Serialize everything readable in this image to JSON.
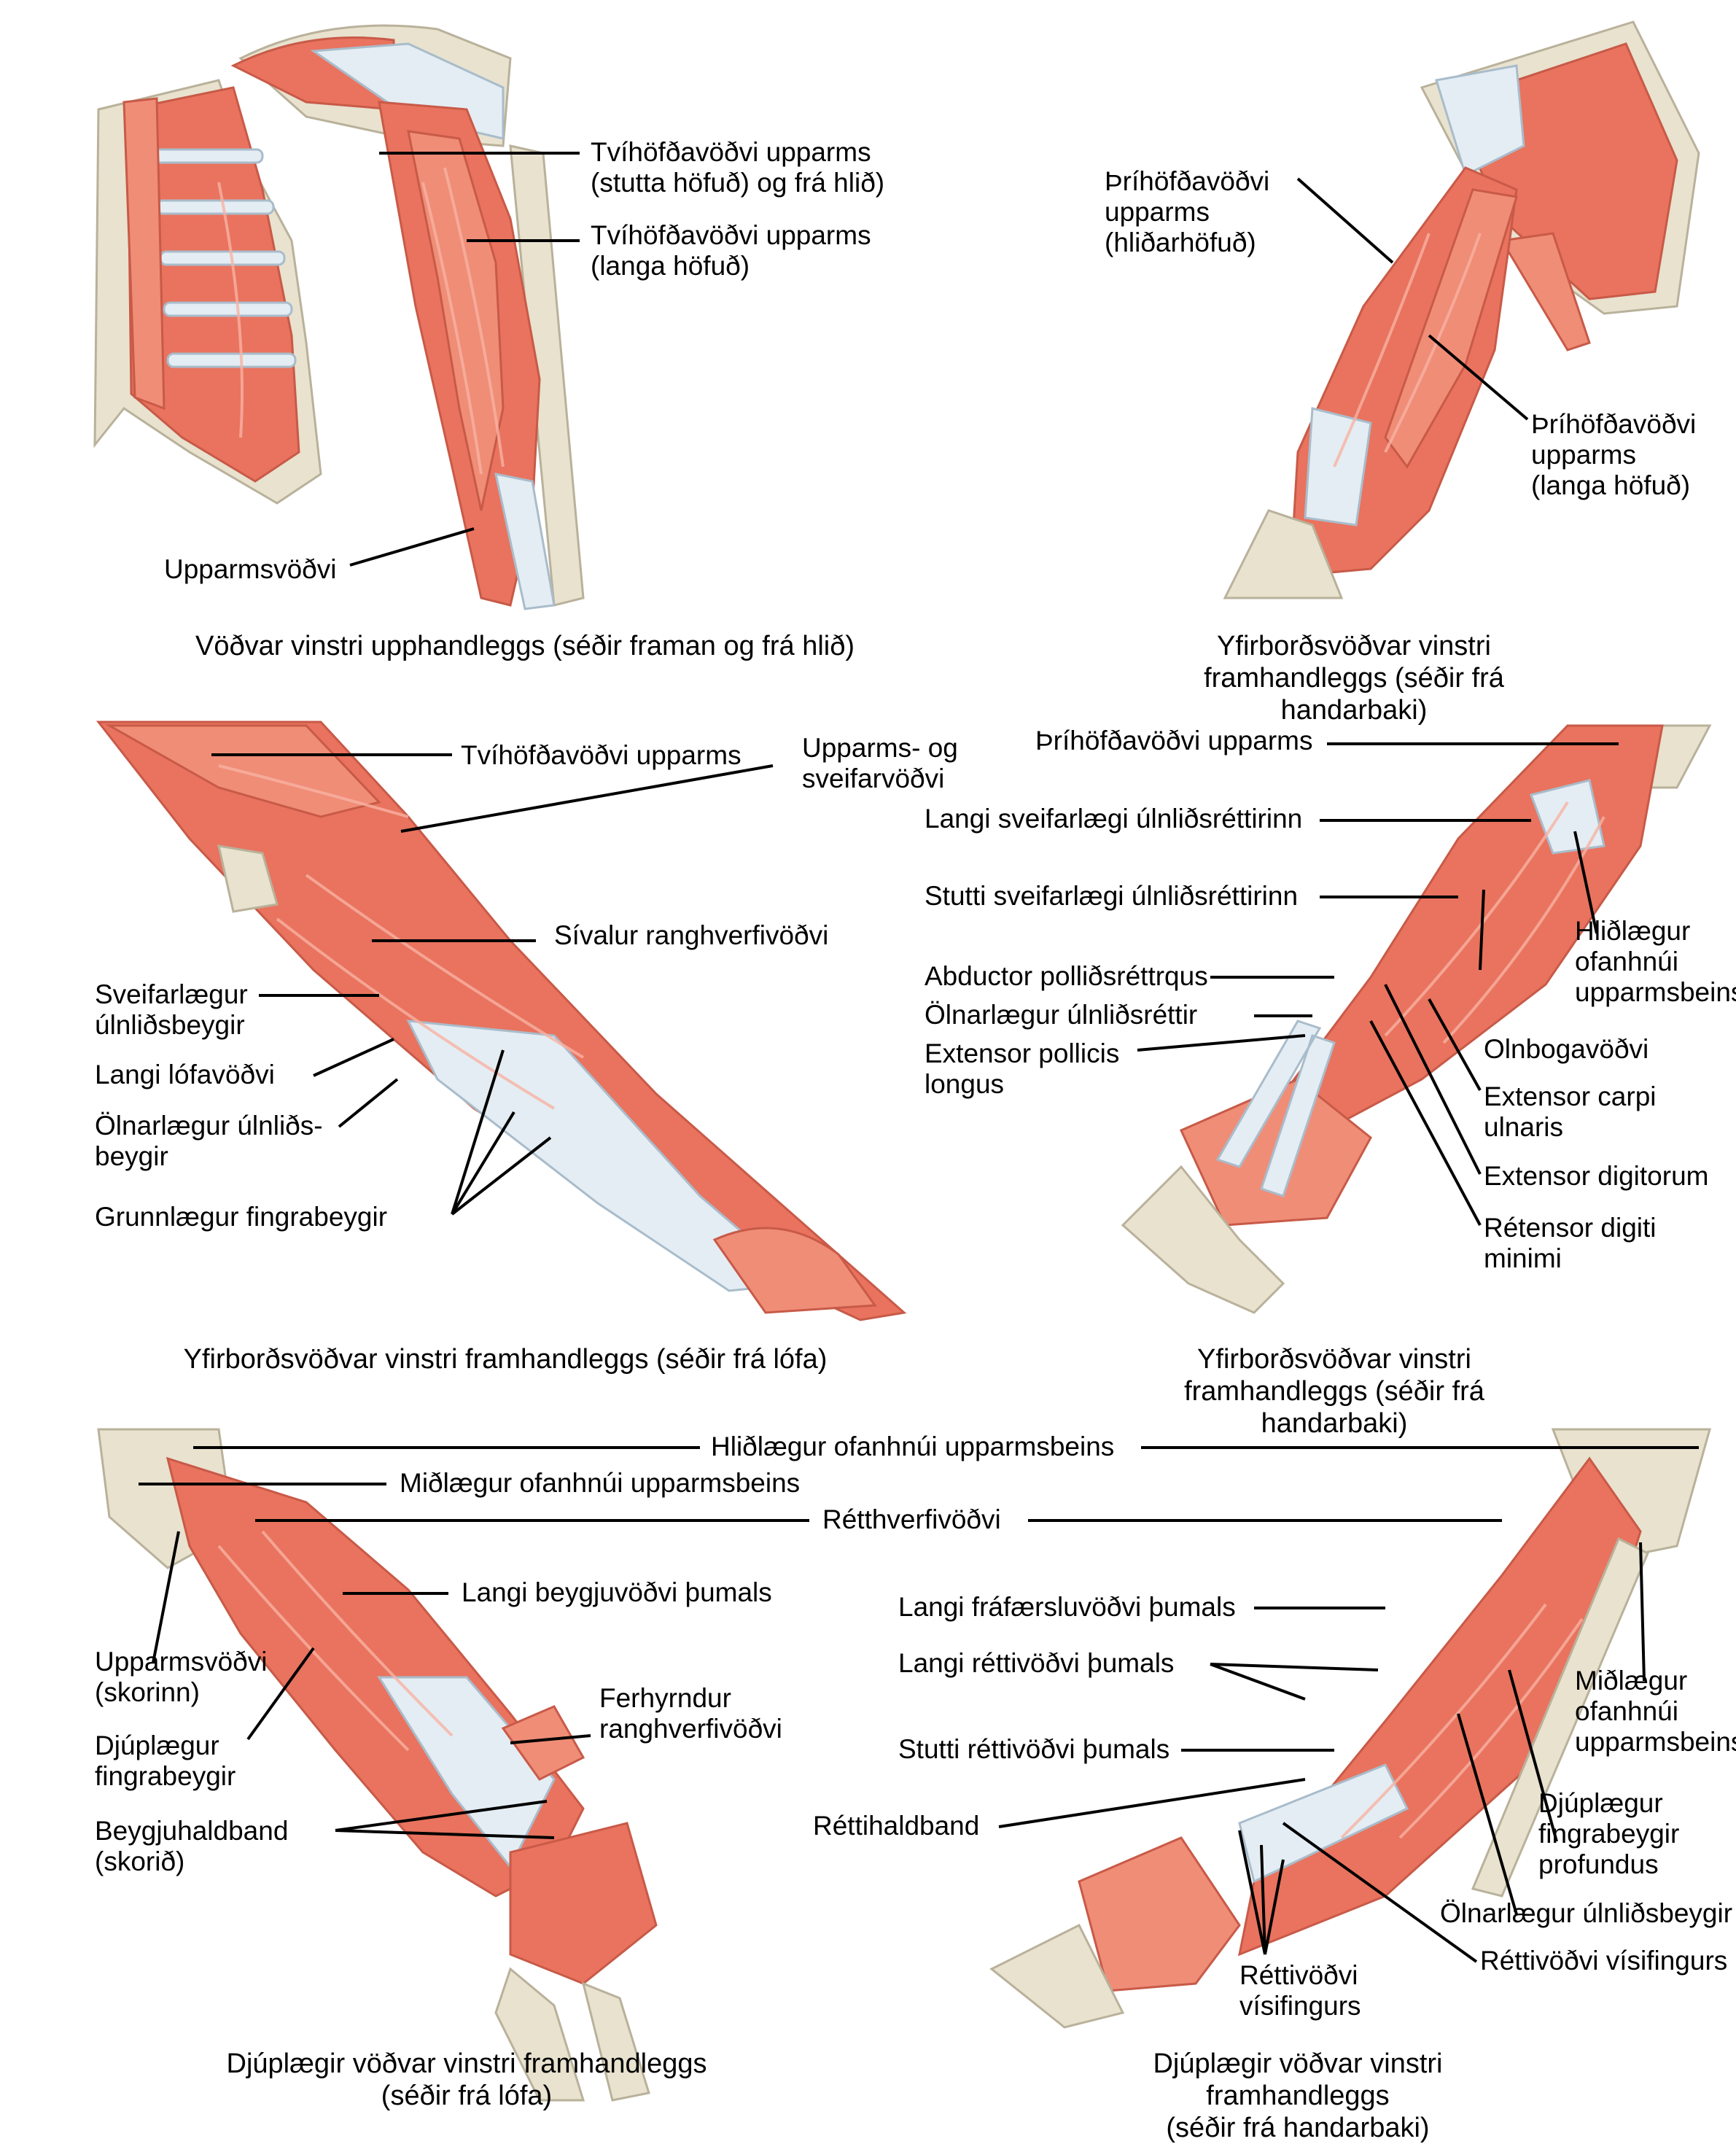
{
  "colors": {
    "muscle": "#e9735e",
    "bone": "#e8e2cf",
    "tendon": "#e4edf3",
    "text": "#000000"
  },
  "panels": [
    {
      "caption": "Vöðvar vinstri upphandleggs (séðir framan og frá hlið)",
      "labels": [
        "Tvíhöfðavöðvi upparms\n(stutta höfuð) og frá hlið)",
        "Tvíhöfðavöðvi upparms\n(langa höfuð)",
        "Upparmsvöðvi"
      ]
    },
    {
      "caption": "Yfirborðsvöðvar vinstri framhandleggs (séðir frá handarbaki)",
      "labels": [
        "Þríhöfðavöðvi\nupparms\n(hliðarhöfuð)",
        "Þríhöfðavöðvi\nupparms\n(langa höfuð)"
      ]
    },
    {
      "caption": "Yfirborðsvöðvar vinstri framhandleggs (séðir frá lófa)",
      "labels": [
        "Tvíhöfðavöðvi upparms",
        "Upparms- og\nsveifarvöðvi",
        "Sívalur ranghverfivöðvi",
        "Sveifarlægur\núlnliðsbeygir",
        "Langi lófavöðvi",
        "Ölnarlægur úlnliðs-\nbeygir",
        "Grunnlægur fingrabeygir"
      ]
    },
    {
      "caption": "Yfirborðsvöðvar vinstri framhandleggs (séðir frá handarbaki)",
      "labels": [
        "Þríhöfðavöðvi upparms",
        "Langi sveifarlægi úlnliðsréttirinn",
        "Stutti sveifarlægi úlnliðsréttirinn",
        "Abductor polliðsréttrqus",
        "Ölnarlægur úlnliðsréttir",
        "Extensor pollicis\nlongus",
        "Hliðlægur\nofanhnúi\nupparmsbeins",
        "Olnbogavöðvi",
        "Extensor carpi\nulnaris",
        "Extensor digitorum",
        "Rétensor digiti\nminimi"
      ]
    },
    {
      "caption": "Djúplægir vöðvar vinstri framhandleggs\n(séðir frá lófa)",
      "labels": [
        "Hliðlægur ofanhnúi upparmsbeins",
        "Miðlægur ofanhnúi upparmsbeins",
        "Rétthverfivöðvi",
        "Langi beygjuvöðvi þumals",
        "Upparmsvöðvi\n(skorinn)",
        "Ferhyrndur\nranghverfivöðvi",
        "Djúplægur\nfingrabeygir",
        "Beygjuhaldband\n(skorið)"
      ]
    },
    {
      "caption": "Djúplægir vöðvar vinstri framhandleggs\n(séðir frá handarbaki)",
      "labels": [
        "Langi fráfærsluvöðvi þumals",
        "Langi réttivöðvi þumals",
        "Stutti réttivöðvi þumals",
        "Réttihaldband",
        "Miðlægur\nofanhnúi\nupparmsbeins",
        "Djúplægur\nfingrabeygir\nprofundus",
        "Ölnarlægur úlnliðsbeygir",
        "Réttivöðvi vísifingurs",
        "Réttivöðvi\nvísifingurs"
      ]
    }
  ]
}
